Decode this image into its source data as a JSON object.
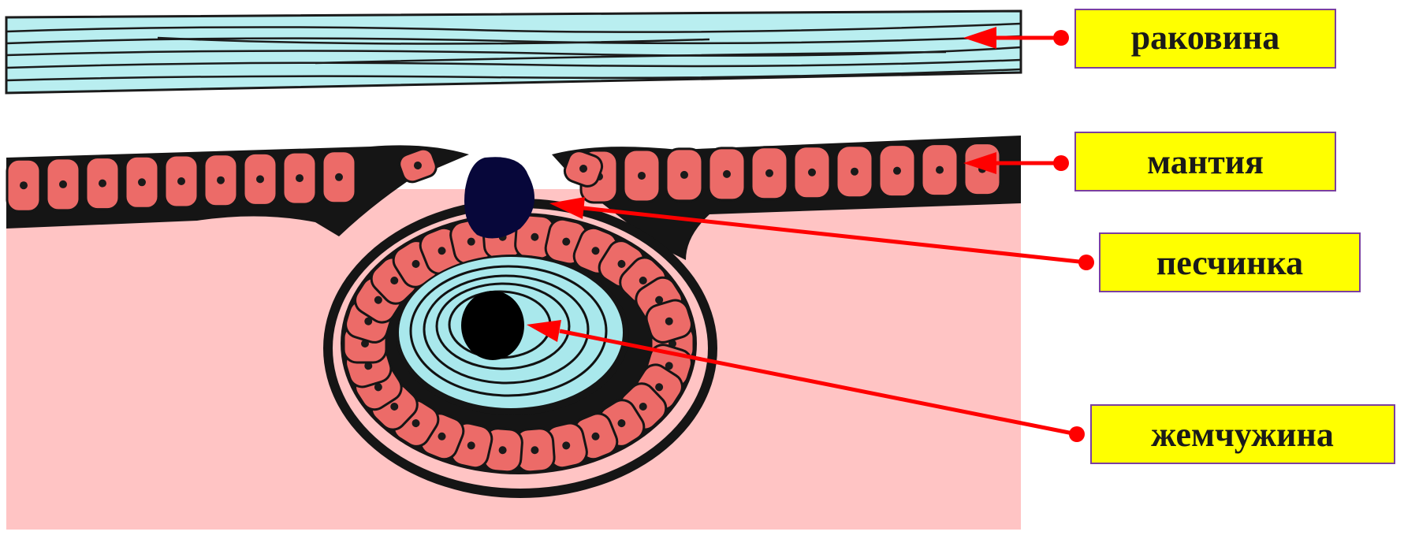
{
  "labels": {
    "shell": "раковина",
    "mantle": "мантия",
    "sand_grain": "песчинка",
    "pearl": "жемчужина"
  },
  "colors": {
    "shell_fill": "#b9eef0",
    "tissue_bg": "#ffc4c4",
    "cell_fill": "#ec6b68",
    "pearl_layers": "#a9e8ec",
    "sand_grain": "#07073a",
    "arrow": "#ff0000",
    "label_bg": "#ffff00"
  }
}
